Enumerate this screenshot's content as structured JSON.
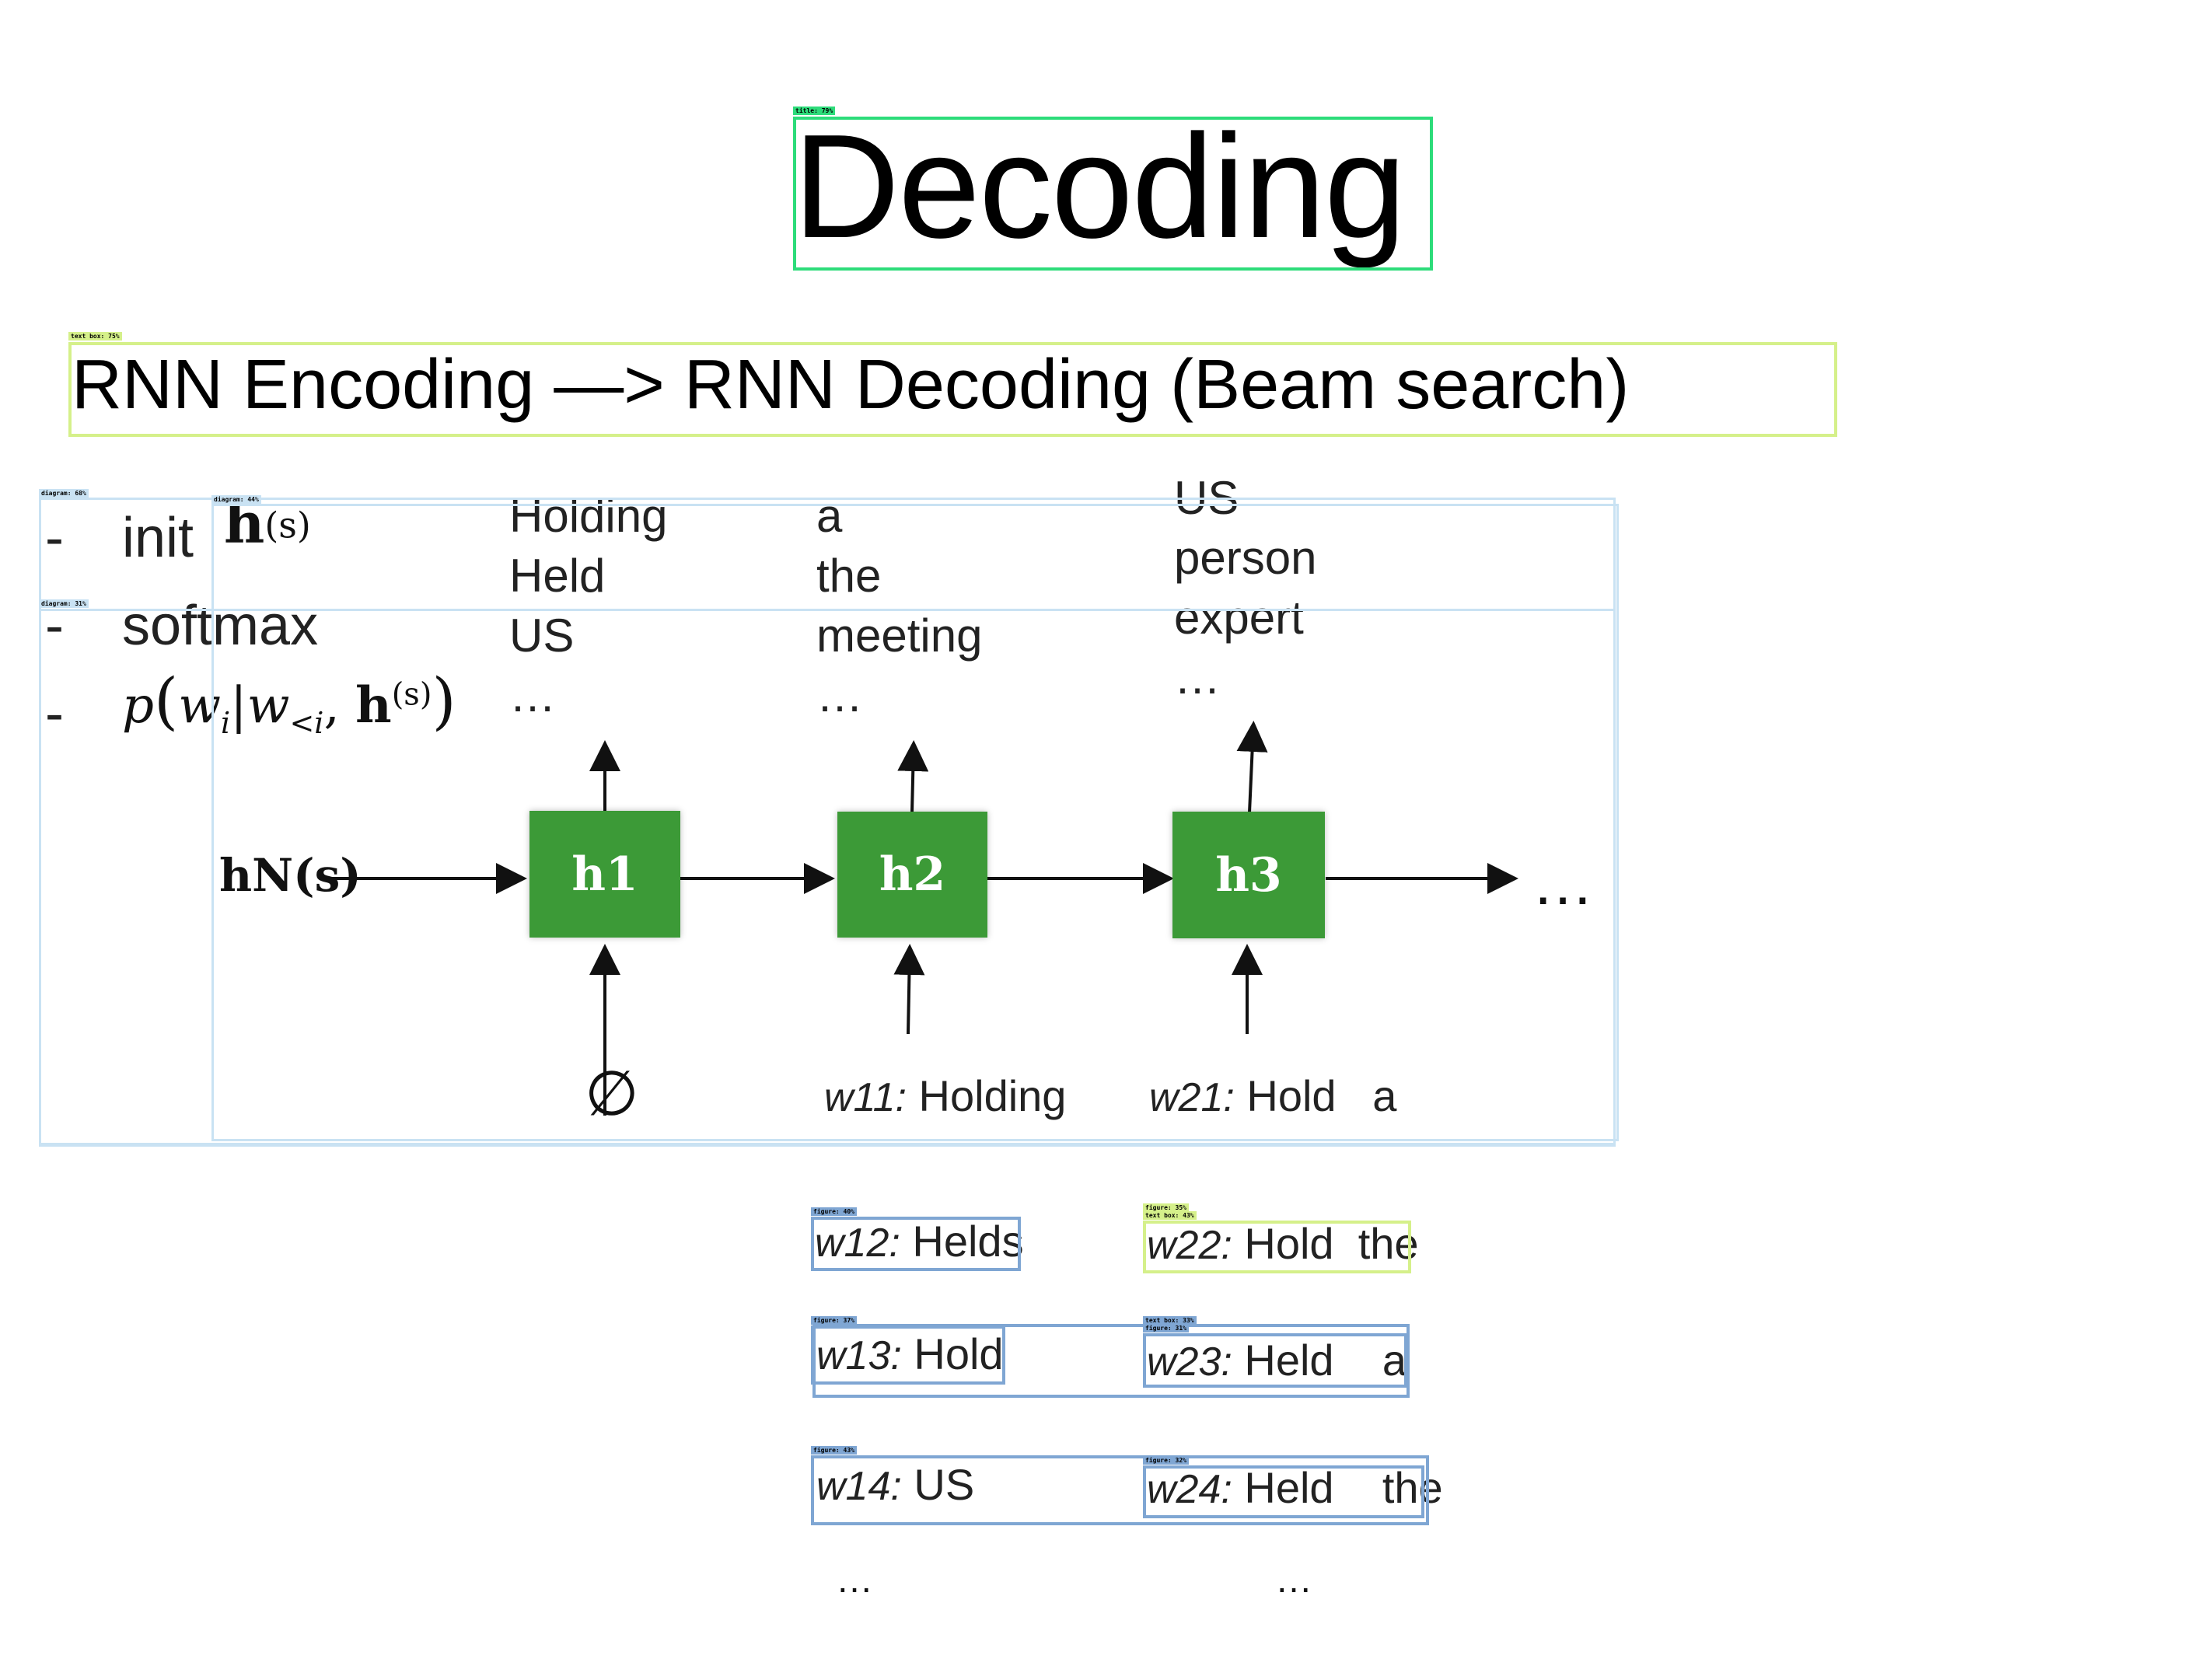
{
  "title": "Decoding",
  "subtitle": "RNN Encoding —> RNN Decoding (Beam search)",
  "bullets": [
    {
      "dash": "-",
      "text": "init",
      "math": "h(s)"
    },
    {
      "dash": "-",
      "text": "softmax"
    },
    {
      "dash": "-",
      "math": "p(wi|w<i, h(s))"
    }
  ],
  "diagram": {
    "input_state": "hN(s)",
    "cells": [
      {
        "label": "h1",
        "candidates": [
          "Holding",
          "Held",
          "US",
          "…"
        ],
        "input": "∅"
      },
      {
        "label": "h2",
        "candidates": [
          "a",
          "the",
          "meeting",
          "…"
        ],
        "input_var": "w11:",
        "input_word": "Holding"
      },
      {
        "label": "h3",
        "candidates": [
          "US",
          "person",
          "expert",
          "…"
        ],
        "input_var": "w21:",
        "input_word": "Hold   a"
      }
    ],
    "trailing_ellipsis": "…"
  },
  "beam": {
    "col1": [
      {
        "var": "w12:",
        "words": "Helds"
      },
      {
        "var": "w13:",
        "words": "Hold"
      },
      {
        "var": "w14:",
        "words": "US"
      }
    ],
    "col2": [
      {
        "var": "w22:",
        "words": "Hold  the"
      },
      {
        "var": "w23:",
        "words": "Held    a"
      },
      {
        "var": "w24:",
        "words": "Held    the"
      }
    ],
    "ellipsis1": "…",
    "ellipsis2": "…"
  },
  "detections": {
    "title": "title: 79%",
    "textbox": "text box: 75%",
    "diagram1": "diagram: 68%",
    "diagram2": "diagram: 44%",
    "diagram3": "diagram: 31%",
    "figure1": "figure: 40%",
    "figure2": "figure: 35%",
    "textbox2": "text box: 43%",
    "figure3": "figure: 37%",
    "textbox3": "text box: 33%",
    "figure4": "figure: 31%",
    "figure5": "figure: 43%",
    "figure6": "figure: 32%"
  },
  "colors": {
    "cell": "#3c9a37",
    "det_green": "#2ddc7a",
    "det_lime": "#d5f08a",
    "det_blue": "#7fa6d3",
    "det_lightblue": "#c9e2f3"
  }
}
